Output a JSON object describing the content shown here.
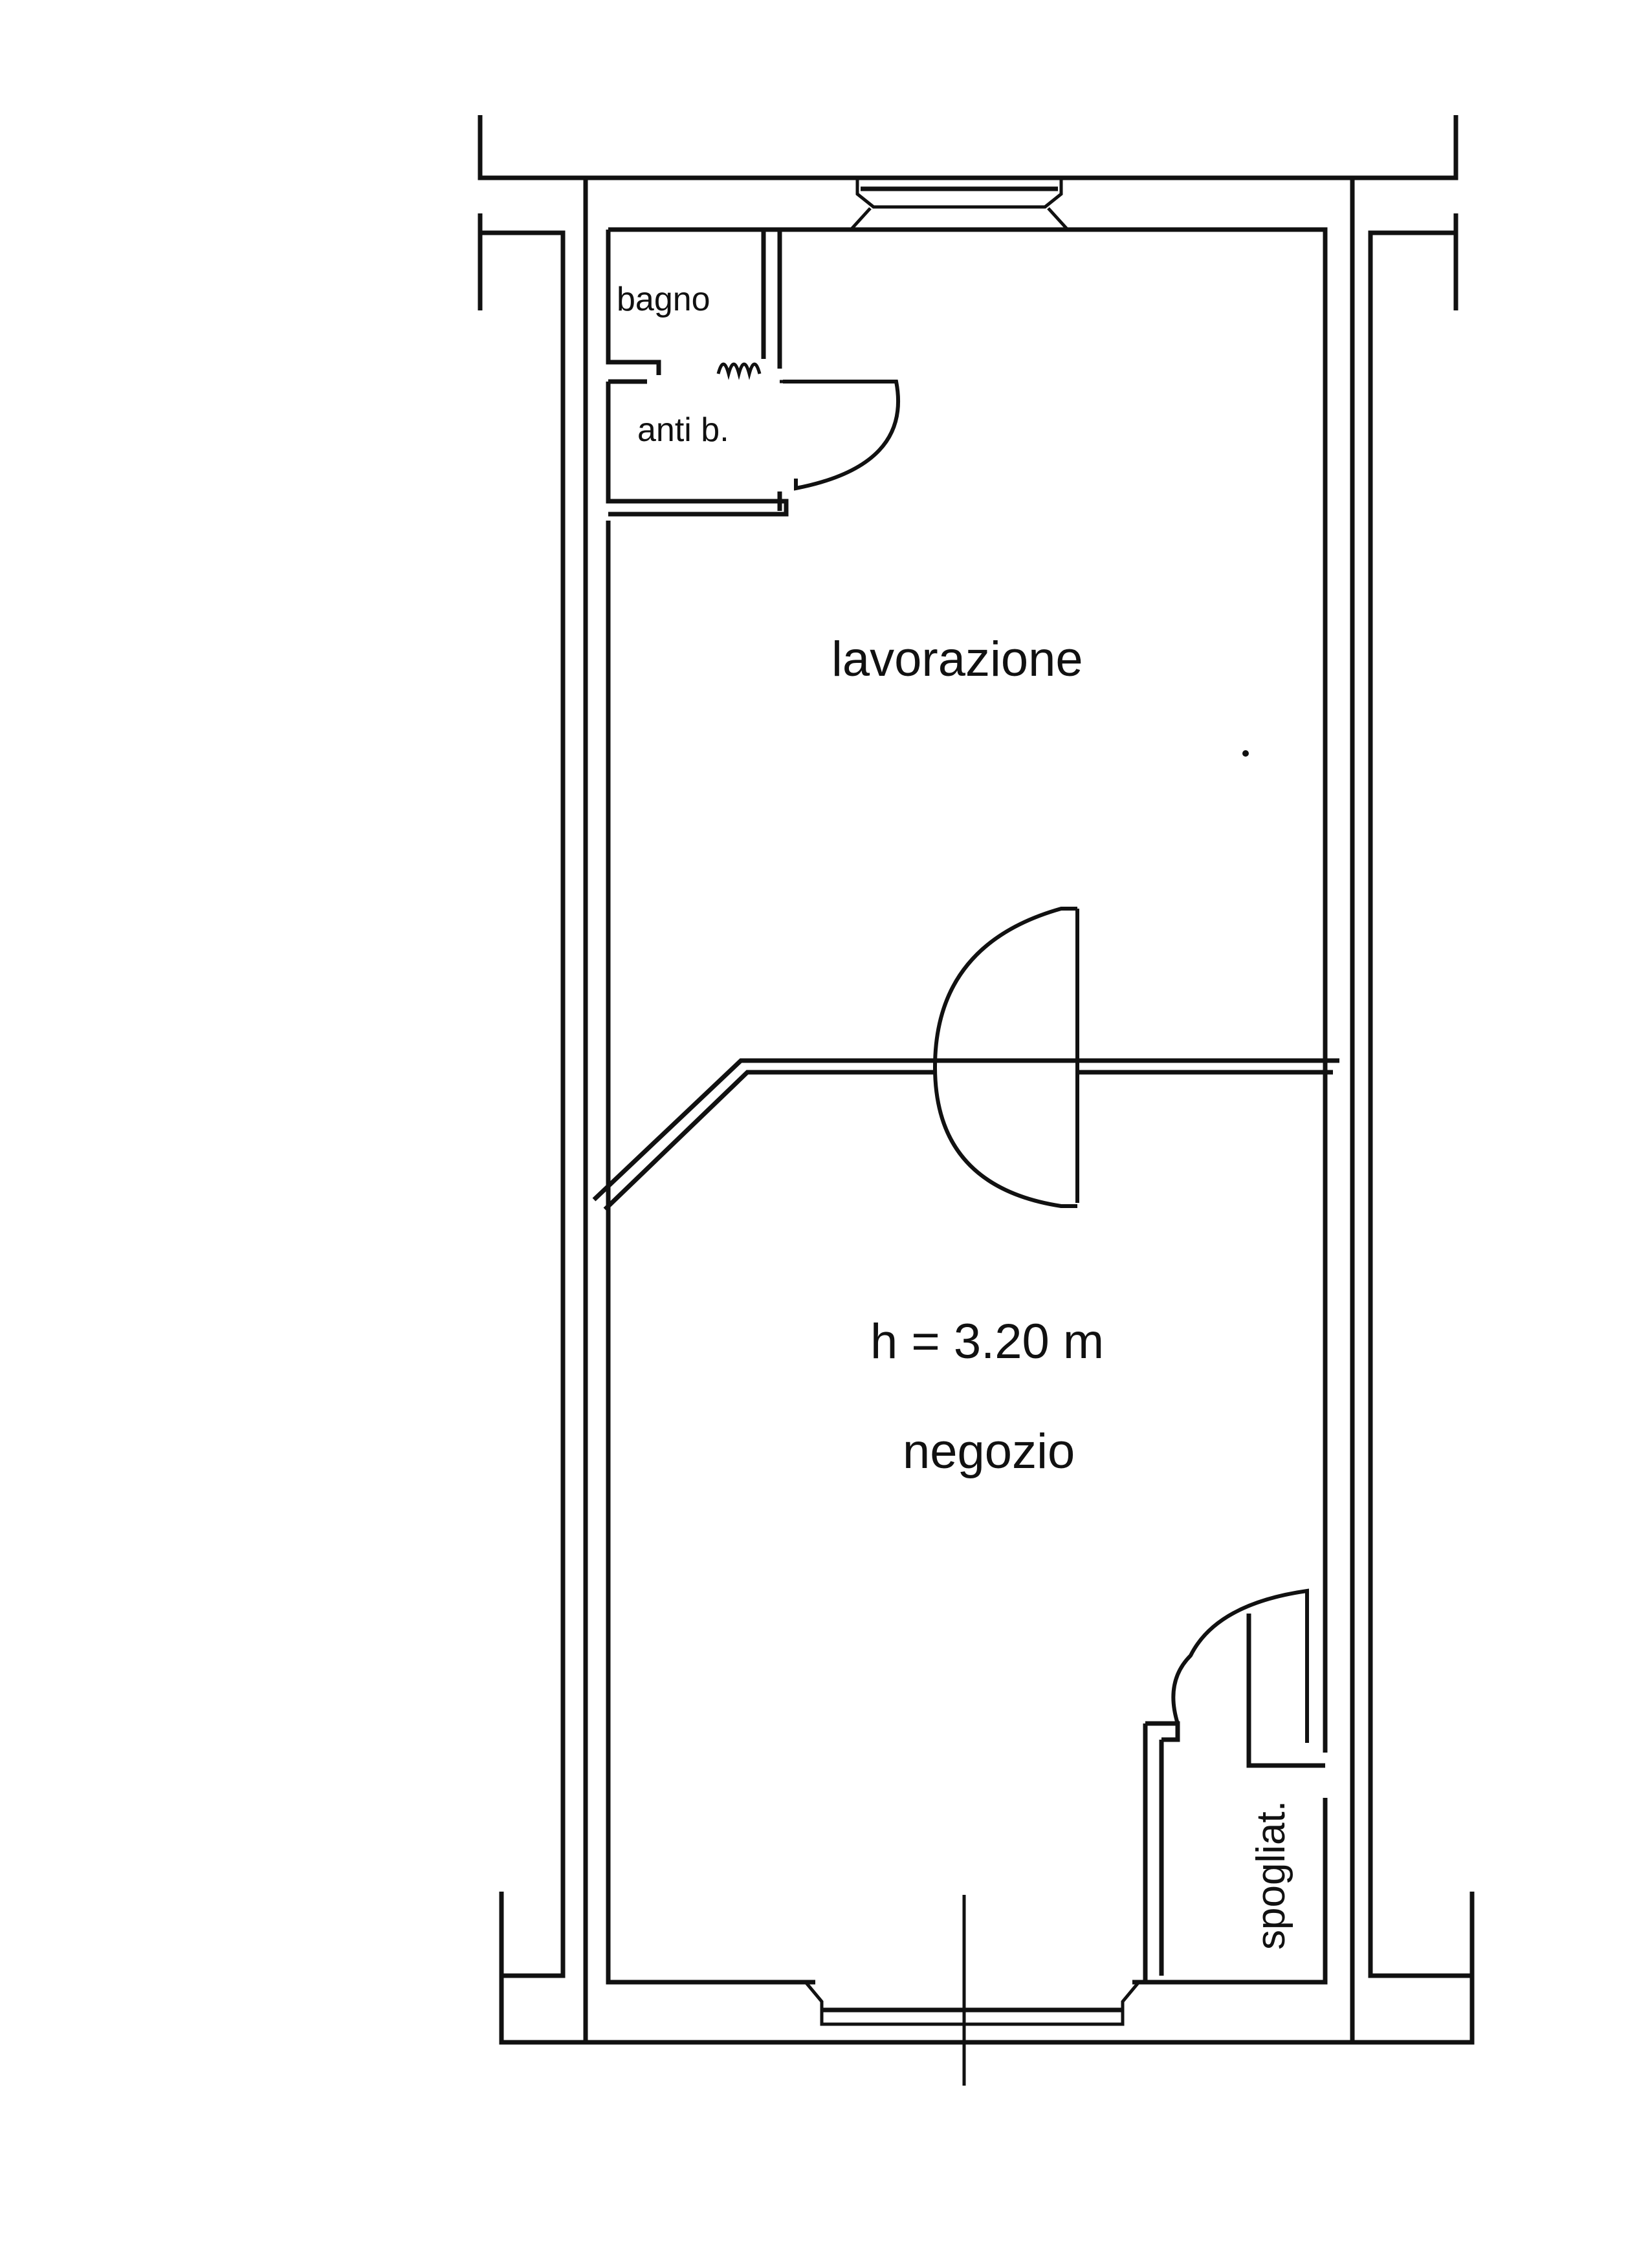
{
  "rooms": {
    "bagno": "bagno",
    "anti_bagno": "anti b.",
    "lavorazione": "lavorazione",
    "ceiling_height": "h = 3.20 m",
    "negozio": "negozio",
    "spogliatoio": "spogliat."
  },
  "colors": {
    "ink": "#111111",
    "paper": "#ffffff"
  }
}
